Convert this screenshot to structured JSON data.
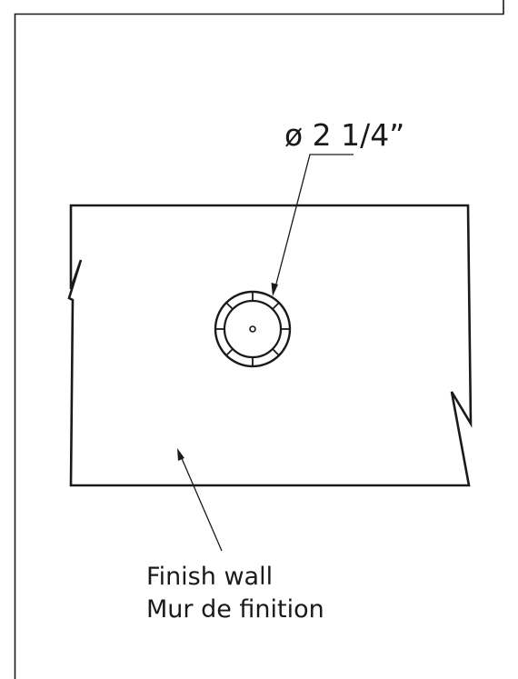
{
  "diagram": {
    "dimension_label": "ø 2 1/4”",
    "wall_label_line1": "Finish wall",
    "wall_label_line2": "Mur de finition"
  }
}
